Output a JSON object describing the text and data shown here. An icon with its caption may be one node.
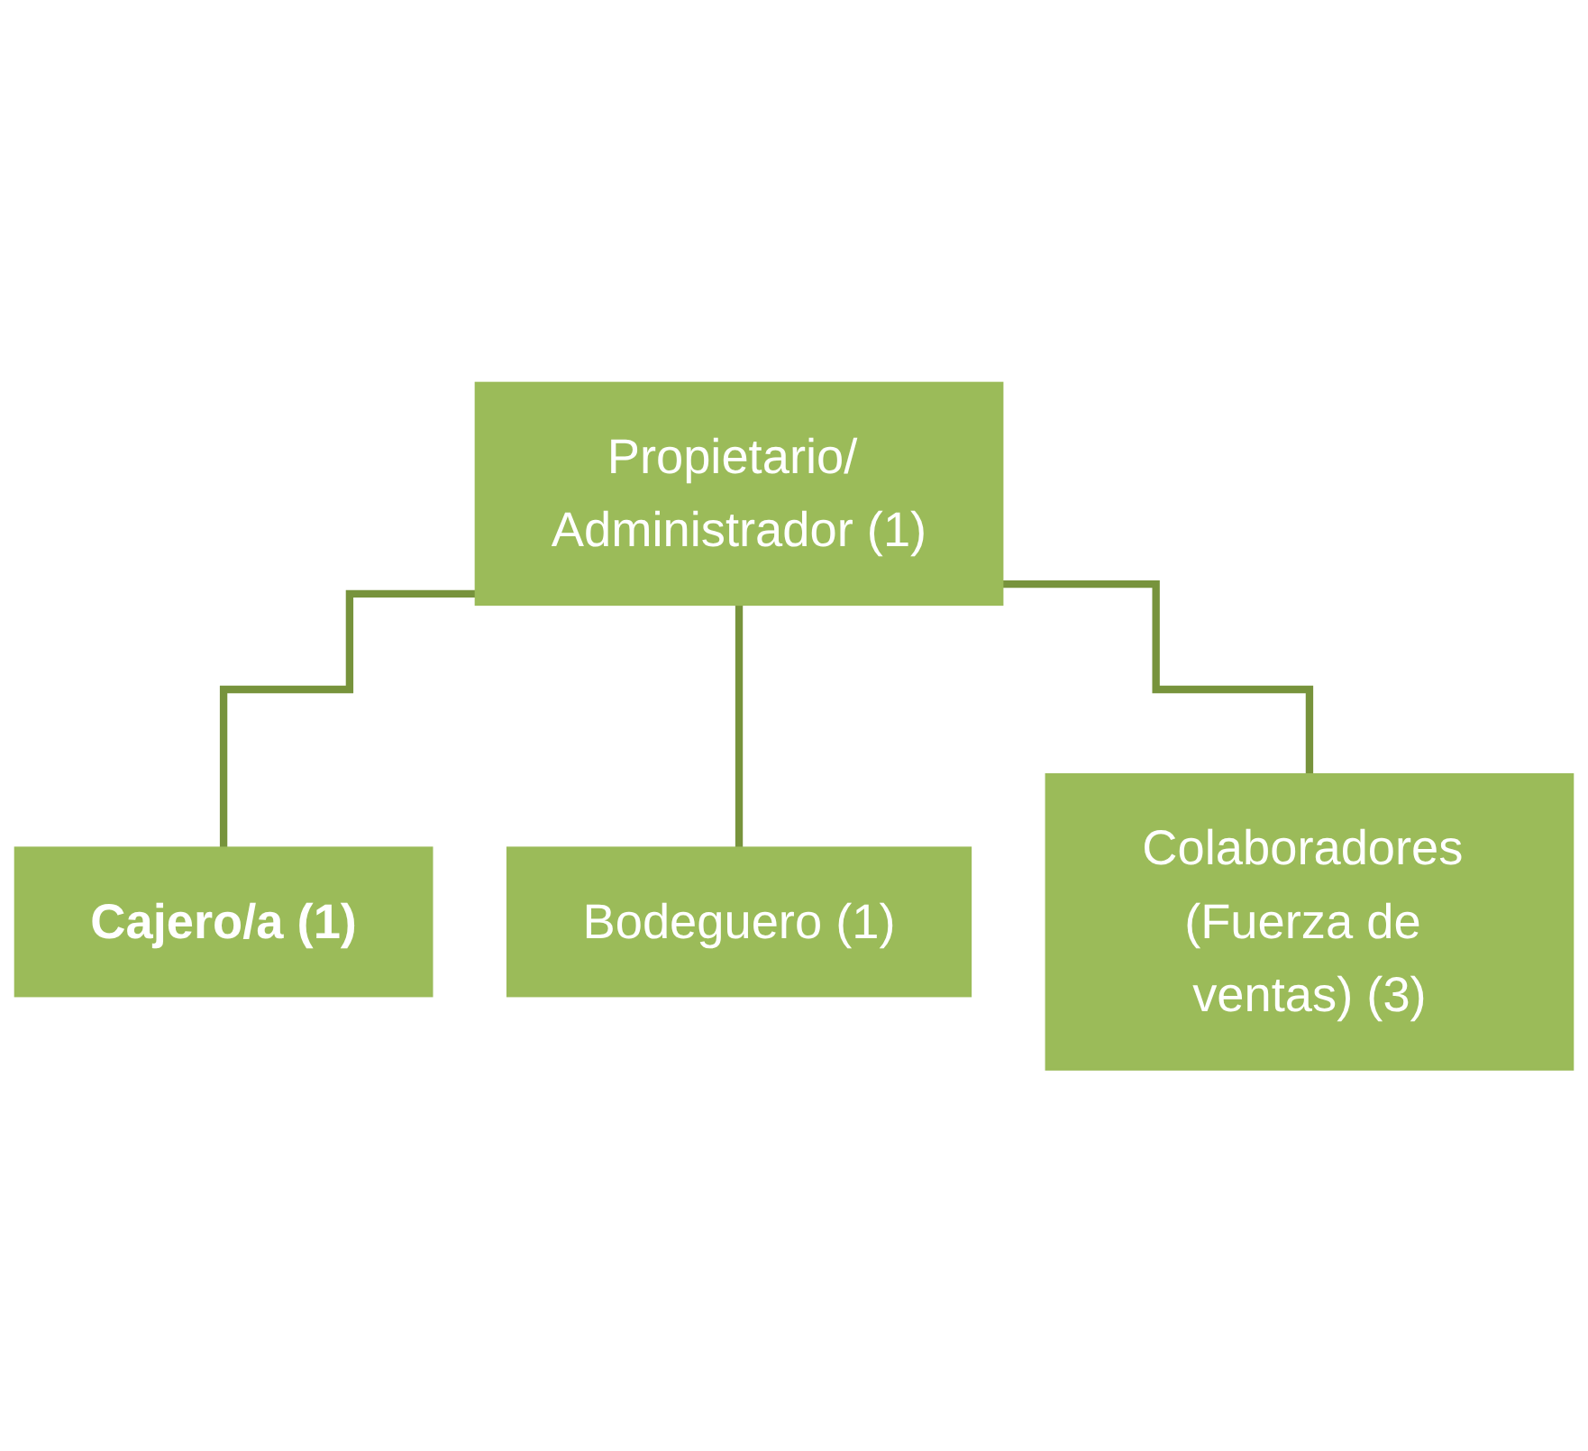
{
  "diagram": {
    "nodes": [
      {
        "text": [
          "Propietario/ Administrador (1)"
        ]
      },
      {
        "text": [
          "Cajero/a (1)"
        ]
      },
      {
        "text": [
          "Colaboradores (Fuerza de ventas) (3)"
        ]
      },
      {
        "text": [
          "Bodeguero (1)"
        ]
      }
    ],
    "edges": [
      {
        "from": 0,
        "to": 1,
        "arrow": "none"
      },
      {
        "from": 0,
        "to": 3,
        "arrow": "none"
      },
      {
        "from": 0,
        "to": 2,
        "arrow": "none"
      }
    ]
  }
}
